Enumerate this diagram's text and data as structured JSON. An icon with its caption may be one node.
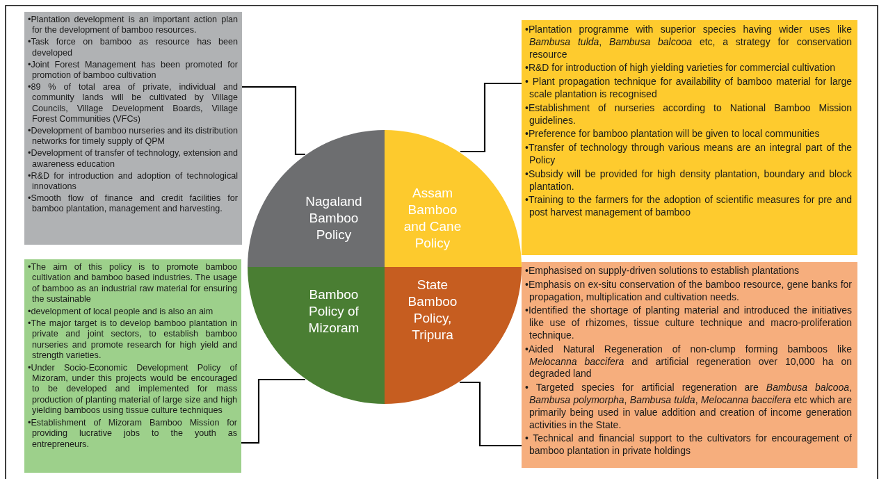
{
  "diagram": {
    "nodes": [
      {
        "text": [
          "•Plantation development is an important action plan for the development of bamboo resources.",
          "•Task force on bamboo as resource has been developed",
          "•Joint Forest Management has been promoted for promotion of bamboo cultivation",
          "•89 % of total area of private, individual and community lands will be cultivated by Village Councils, Village Development Boards, Village Forest Communities (VFCs)",
          "•Development of bamboo nurseries and its distribution networks for timely supply of QPM",
          "•Development of transfer of technology, extension and awareness education",
          "•R&D for introduction and adoption of technological innovations",
          "•Smooth flow of finance and credit facilities for bamboo plantation, management and harvesting."
        ]
      },
      {
        "text": [
          "Nagaland Bamboo Policy"
        ]
      },
      {
        "text": [
          "Assam Bamboo and Cane Policy"
        ]
      },
      {
        "text": [
          "•Plantation programme with superior species having wider uses like *Bambusa tulda*, *Bambusa balcooa* etc, a strategy for conservation resource",
          "•R&D for introduction of high yielding varieties for commercial cultivation",
          "• Plant propagation technique for availability of bamboo material for large scale plantation is recognised",
          "•Establishment of nurseries according to National Bamboo Mission guidelines.",
          "•Preference for bamboo plantation will be given to local communities",
          "•Transfer of technology through various means are an integral part of the Policy",
          "•Subsidy will be provided for high density plantation, boundary and block plantation.",
          "•Training to the farmers for the adoption of scientific measures for pre and post harvest management of bamboo"
        ]
      },
      {
        "text": [
          "•The aim of this policy is to promote bamboo cultivation and bamboo based industries. The usage of bamboo as an industrial raw material for ensuring the sustainable",
          "•development of local people and is also an aim",
          "•The major target is to develop bamboo plantation in private and joint sectors, to establish bamboo nurseries and promote research for high yield and strength varieties.",
          "•Under Socio-Economic Development Policy of Mizoram, under this projects would be encouraged to be developed and implemented for mass production of planting material of large size and high yielding bamboos using tissue culture techniques",
          "•Establishment of Mizoram Bamboo Mission for providing lucrative jobs to the youth as entrepreneurs."
        ]
      },
      {
        "text": [
          "Bamboo Policy of Mizoram"
        ]
      },
      {
        "text": [
          "State Bamboo Policy, Tripura"
        ]
      },
      {
        "text": [
          "•Emphasised on supply-driven solutions to establish plantations",
          "•Emphasis on ex-situ conservation of the bamboo resource, gene banks for propagation, multiplication and cultivation needs.",
          "•Identified the shortage of planting material and introduced the initiatives like use of rhizomes, tissue culture technique and macro-proliferation technique.",
          "•Aided Natural Regeneration of non-clump forming bamboos like *Melocanna baccifera* and artificial regeneration over 10,000 ha on degraded land",
          "• Targeted species for artificial regeneration are *Bambusa balcooa*, *Bambusa polymorpha*, *Bambusa tulda*, *Melocanna baccifera* etc which are primarily being used in value addition and creation of income generation activities in the State.",
          "• Technical and financial support to the cultivators for encouragement of bamboo plantation in private holdings"
        ]
      }
    ],
    "edges": [
      {
        "from": 0,
        "to": 1,
        "arrow": "none"
      },
      {
        "from": 2,
        "to": 3,
        "arrow": "none"
      },
      {
        "from": 4,
        "to": 5,
        "arrow": "none"
      },
      {
        "from": 6,
        "to": 7,
        "arrow": "none"
      }
    ]
  }
}
